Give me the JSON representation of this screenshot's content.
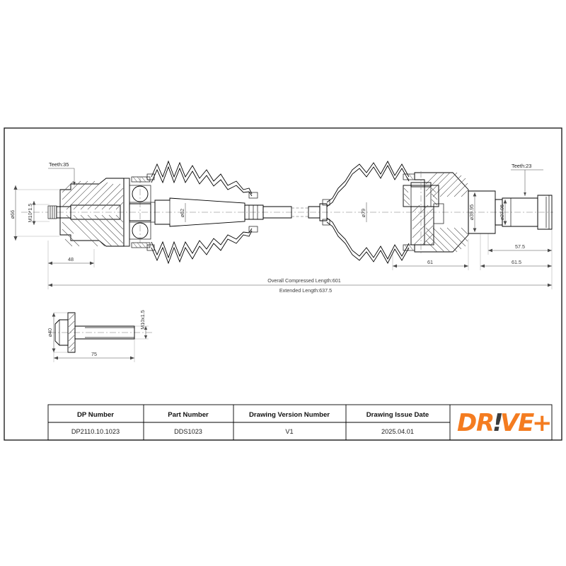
{
  "document": {
    "type": "technical-engineering-drawing",
    "subject": "Drive Shaft / CV Joint Assembly"
  },
  "annotations": {
    "teeth_left": "Teeth:35",
    "teeth_right": "Teeth:23",
    "thread_left": "M10*1.5",
    "dia_left_flange": "ø66",
    "dia_shaft_mid": "ø62",
    "dia_boot_right": "ø79",
    "dia_spline_outer": "ø39.95",
    "dia_spline_inner": "ø27.95",
    "len_left_stub": "48",
    "len_joint_right": "61",
    "len_spline_a": "57.5",
    "len_spline_b": "61.5",
    "overall_compressed": "Overall  Compressed  Length:601",
    "extended_length": "Extended  Length:637.5"
  },
  "bolt_detail": {
    "dia_head": "ø40",
    "thread": "M10x1.5",
    "length": "75"
  },
  "title_block": {
    "headers": [
      "DP Number",
      "Part Number",
      "Drawing Version Number",
      "Drawing Issue Date"
    ],
    "values": [
      "DP2110.10.1023",
      "DDS1023",
      "V1",
      "2025.04.01"
    ],
    "logo": {
      "text_a": "DR",
      "text_bang": "!",
      "text_b": "VE",
      "text_plus": "+",
      "full": "DR!VE+"
    }
  },
  "colors": {
    "brand_orange": "#F47C20",
    "brand_dark": "#3C3C3C",
    "line": "#111111",
    "dimension": "#4A4A4A",
    "background": "#FFFFFF"
  }
}
